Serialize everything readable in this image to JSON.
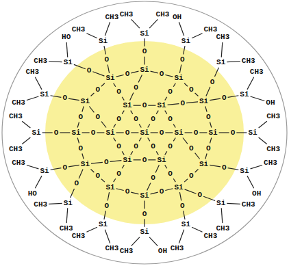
{
  "diagram": {
    "labels": [
      "Si",
      "Si",
      "Si",
      "Si",
      "Si",
      "Si",
      "Si",
      "Si",
      "Si",
      "Si",
      "Si",
      "Si",
      "Si",
      "Si",
      "Si",
      "Si",
      "Si",
      "Si",
      "Si",
      "Si",
      "Si",
      "Si",
      "Si",
      "Si",
      "Si",
      "Si",
      "Si",
      "Si",
      "Si",
      "Si",
      "Si",
      "Si",
      "Si",
      "Si",
      "Si",
      "O",
      "O",
      "O",
      "O",
      "O",
      "O",
      "O",
      "O",
      "O",
      "O",
      "O",
      "O",
      "O",
      "O",
      "O",
      "O",
      "O",
      "O",
      "O",
      "O",
      "O",
      "O",
      "O",
      "O",
      "O",
      "O",
      "O",
      "O",
      "O",
      "O",
      "O",
      "O",
      "O",
      "O",
      "O",
      "O",
      "O",
      "O",
      "O",
      "O",
      "O",
      "O",
      "O",
      "O",
      "O",
      "O",
      "O",
      "O",
      "O",
      "O",
      "O",
      "O",
      "CH3",
      "CH3",
      "CH3",
      "OH",
      "CH3",
      "CH3",
      "CH3",
      "CH3",
      "OH",
      "CH3",
      "CH3",
      "CH3",
      "CH3",
      "CH3",
      "HO",
      "CH3",
      "CH3",
      "CH3",
      "CH3",
      "CH3",
      "CH3",
      "HO",
      "CH3",
      "CH3",
      "CH3",
      "CH3",
      "OH",
      "CH3",
      "CH3",
      "CH3",
      "CH3",
      "OH"
    ]
  }
}
